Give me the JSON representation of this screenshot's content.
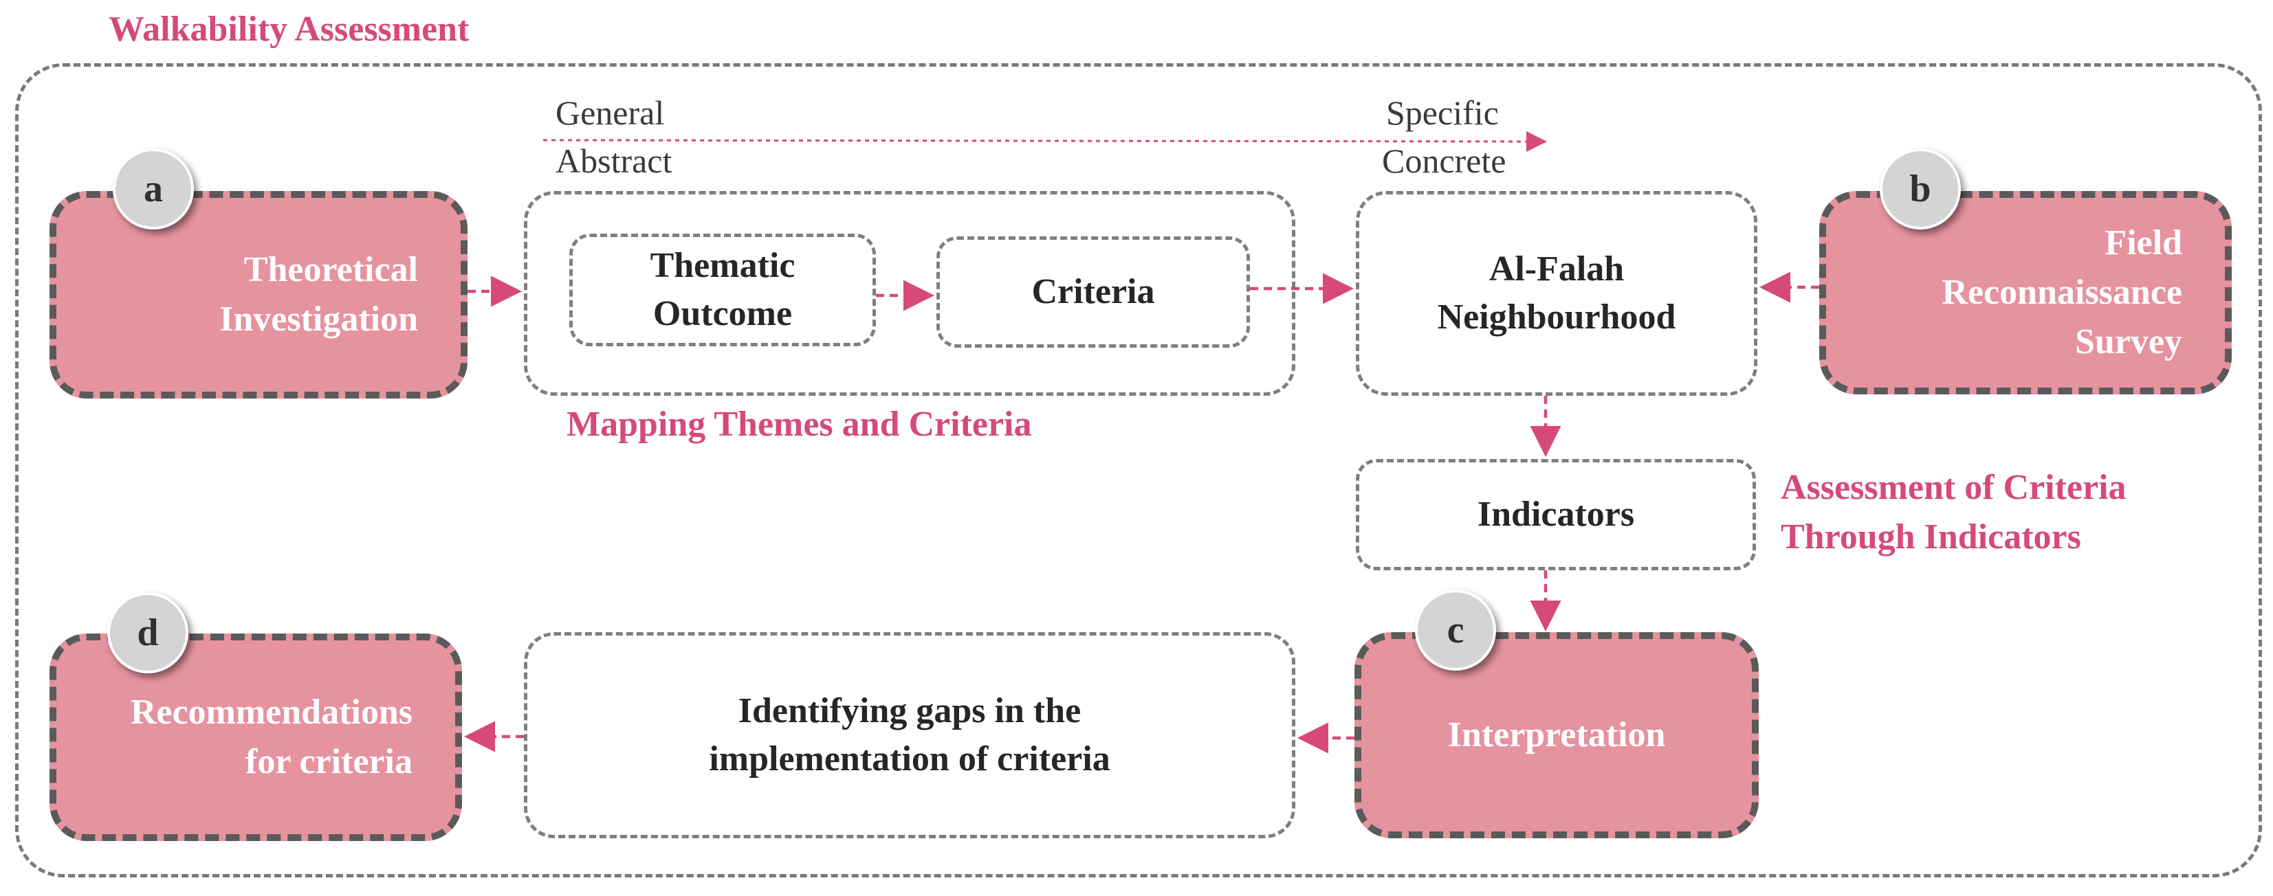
{
  "title": "Walkability Assessment",
  "axis": {
    "left_top": "General",
    "left_bottom": "Abstract",
    "right_top": "Specific",
    "right_bottom": "Concrete"
  },
  "nodes": {
    "theoretical": {
      "badge": "a",
      "label": "Theoretical\nInvestigation"
    },
    "thematic": {
      "label": "Thematic\nOutcome"
    },
    "criteria": {
      "label": "Criteria"
    },
    "neighbourhood": {
      "label": "Al-Falah\nNeighbourhood"
    },
    "field": {
      "badge": "b",
      "label": "Field\nReconnaissance\nSurvey"
    },
    "indicators": {
      "label": "Indicators"
    },
    "interpretation": {
      "badge": "c",
      "label": "Interpretation"
    },
    "gaps": {
      "label": "Identifying gaps in the\nimplementation of criteria"
    },
    "recommendations": {
      "badge": "d",
      "label": "Recommendations\nfor criteria"
    }
  },
  "annotations": {
    "mapping": "Mapping Themes and Criteria",
    "assessment": "Assessment of Criteria\nThrough Indicators"
  },
  "colors": {
    "accent": "#d6497a",
    "pink_box": "#e5939f",
    "pink_box_border": "#5a5a5a",
    "badge": "#d4d4d4",
    "dashed_border": "#7f7f7f"
  }
}
